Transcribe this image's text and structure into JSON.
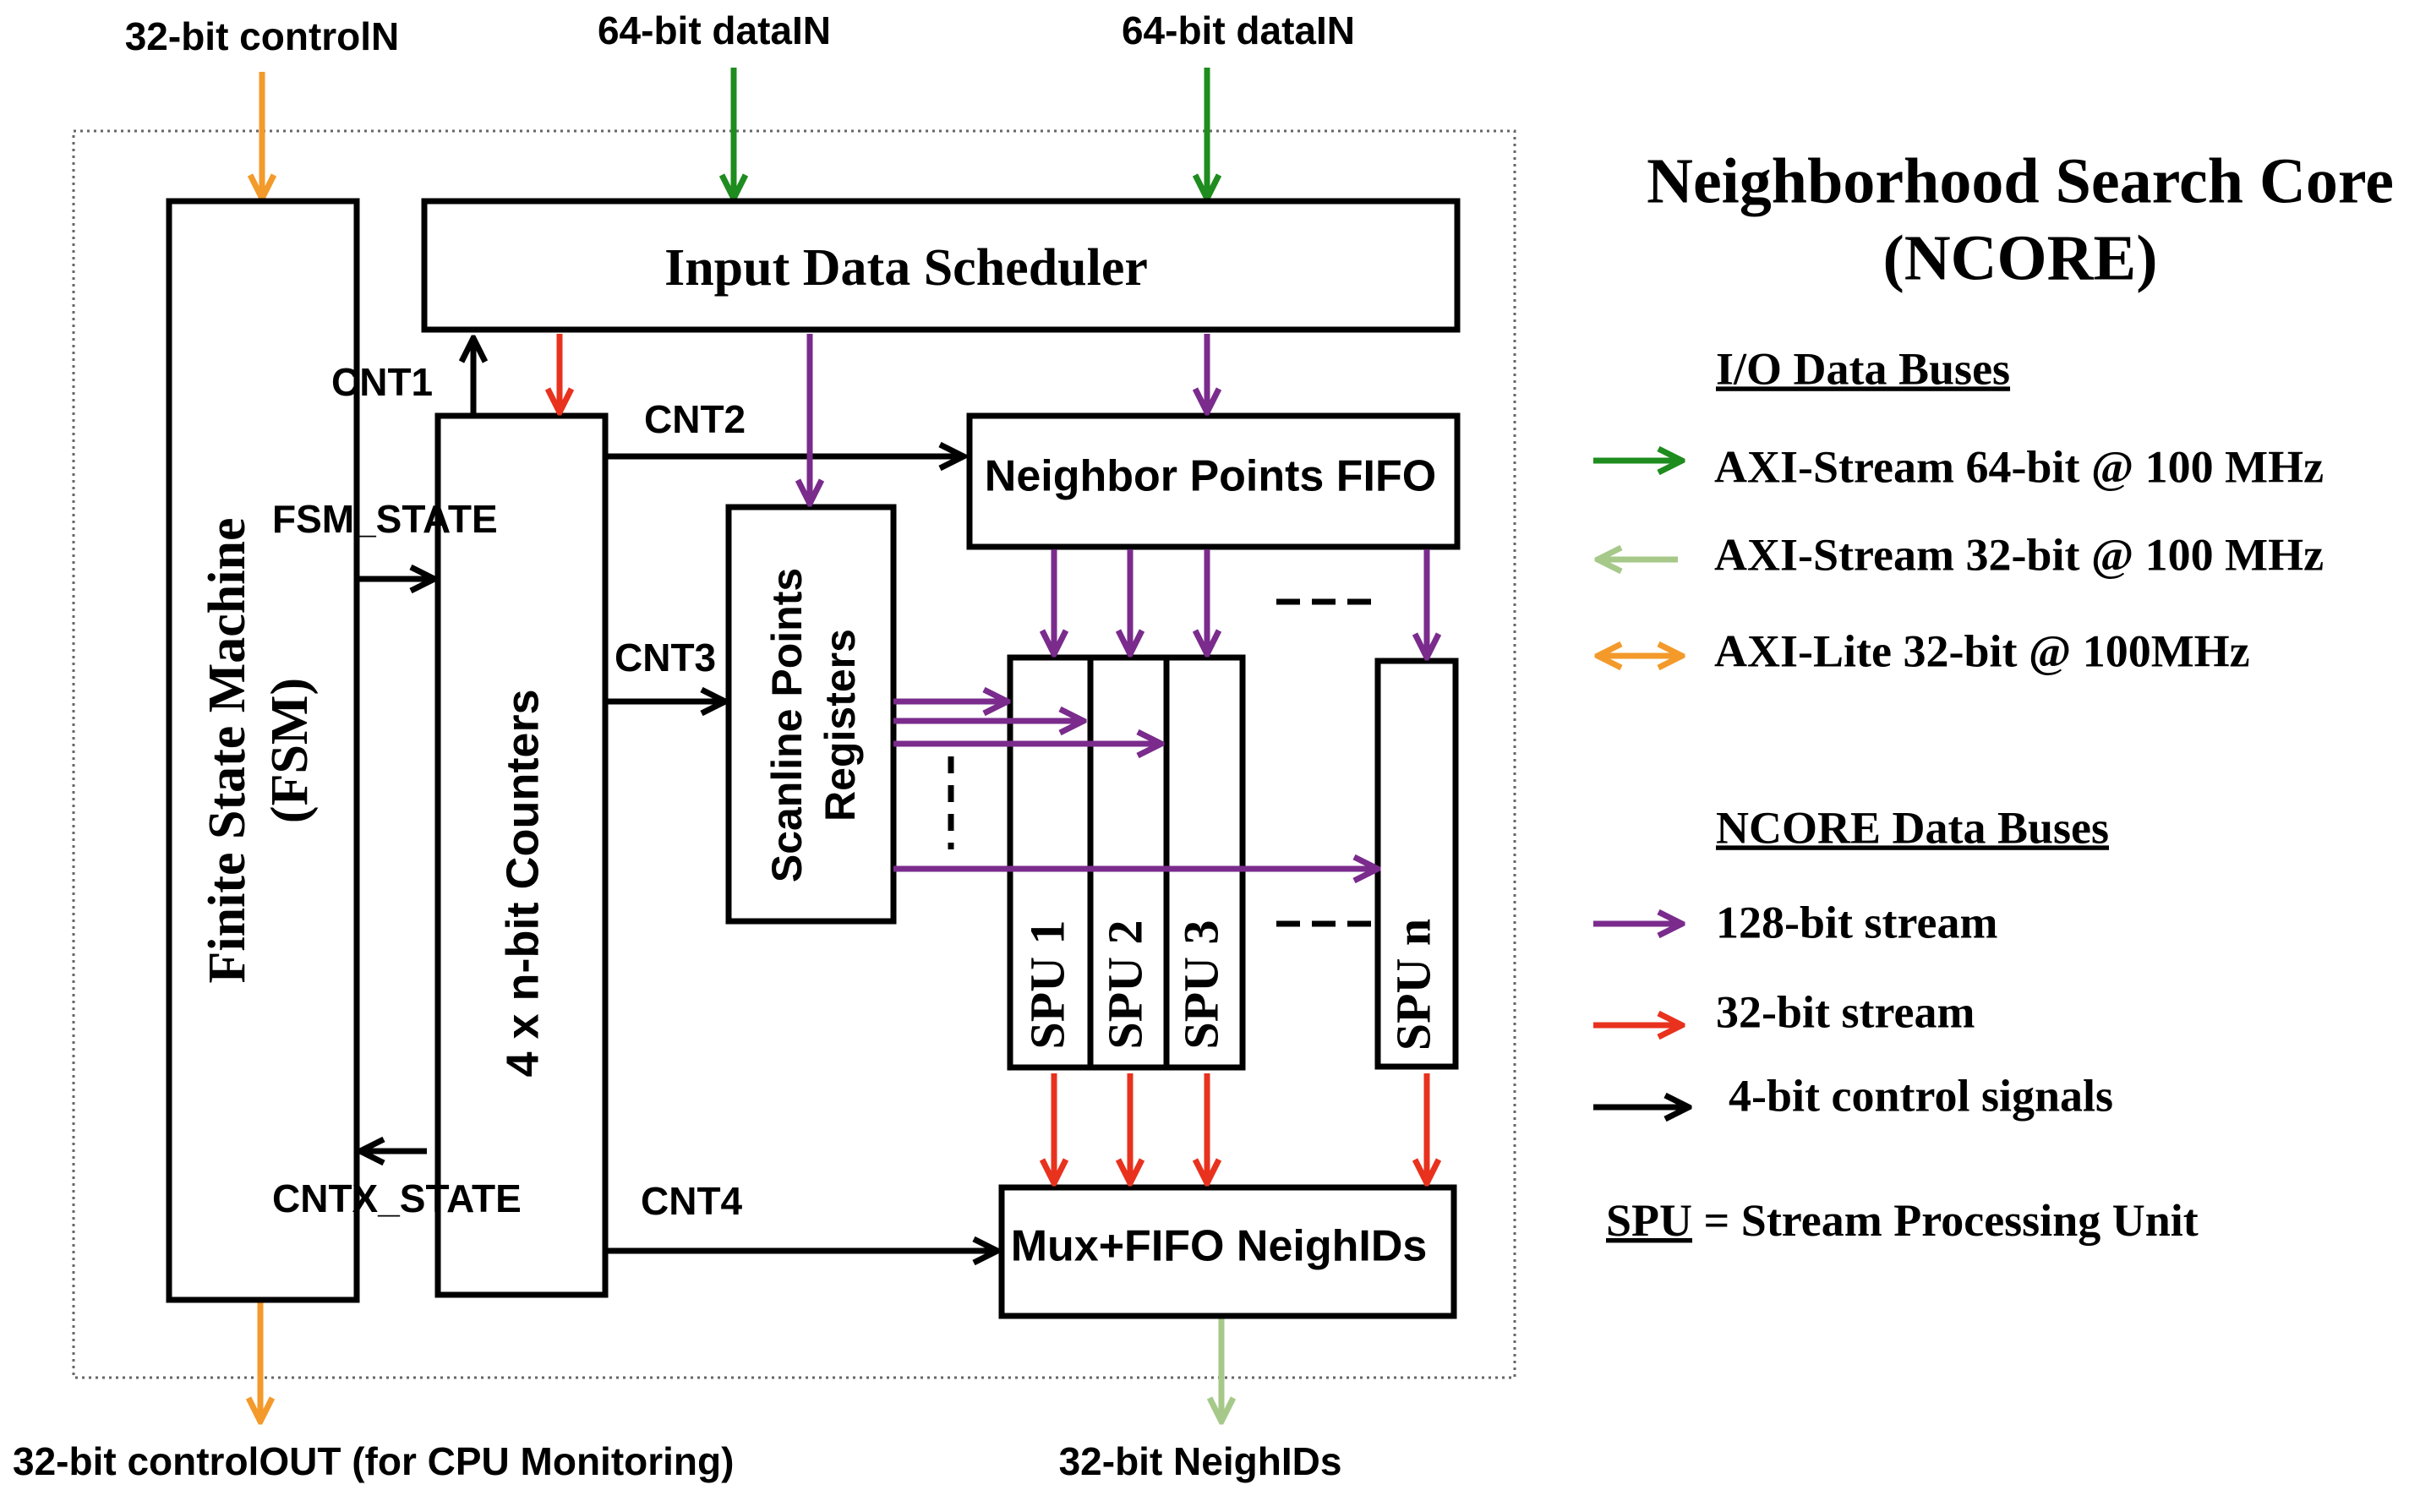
{
  "colors": {
    "axi_stream_64": "#1e8c1e",
    "axi_stream_32": "#a6c98a",
    "axi_lite_32": "#f39a2b",
    "stream_128": "#7a2b8c",
    "stream_32": "#e8321e",
    "control_4": "#000000"
  },
  "io_labels": {
    "control_in": "32-bit controlN",
    "data_in_1": "64-bit dataIN",
    "data_in_2": "64-bit dataIN",
    "control_out": "32-bit controlOUT (for CPU Monitoring)",
    "neigh_ids_out": "32-bit NeighIDs"
  },
  "blocks": {
    "fsm_line1": "Finite State Machine",
    "fsm_line2": "(FSM)",
    "scheduler": "Input Data Scheduler",
    "counters": "4 x n-bit Counters",
    "scanline_line1": "Scanline Points",
    "scanline_line2": "Registers",
    "neighbor_fifo": "Neighbor Points FIFO",
    "spu1": "SPU 1",
    "spu2": "SPU 2",
    "spu3": "SPU 3",
    "spun": "SPU n",
    "mux_fifo": "Mux+FIFO NeighIDs"
  },
  "signals": {
    "cnt1": "CNT1",
    "cnt2": "CNT2",
    "cnt3": "CNT3",
    "cnt4": "CNT4",
    "fsm_state": "FSM_STATE",
    "cntx_state": "CNTX_STATE"
  },
  "legend": {
    "title_line1": "Neighborhood Search Core",
    "title_line2": "(NCORE)",
    "io_heading": "I/O Data Buses",
    "io_items": [
      {
        "label": "AXI-Stream 64-bit @ 100 MHz",
        "color": "#1e8c1e",
        "arrow": "right-arrow-icon"
      },
      {
        "label": "AXI-Stream 32-bit @ 100 MHz",
        "color": "#a6c98a",
        "arrow": "left-arrow-icon"
      },
      {
        "label": "AXI-Lite 32-bit @ 100MHz",
        "color": "#f39a2b",
        "arrow": "double-arrow-icon"
      }
    ],
    "ncore_heading": "NCORE Data Buses",
    "ncore_items": [
      {
        "label": "128-bit stream",
        "color": "#7a2b8c",
        "arrow": "right-arrow-icon"
      },
      {
        "label": "32-bit stream",
        "color": "#e8321e",
        "arrow": "right-arrow-icon"
      },
      {
        "label": "4-bit control signals",
        "color": "#000000",
        "arrow": "right-arrow-icon"
      }
    ],
    "spu_abbr": "SPU",
    "spu_def": " = Stream Processing Unit"
  }
}
